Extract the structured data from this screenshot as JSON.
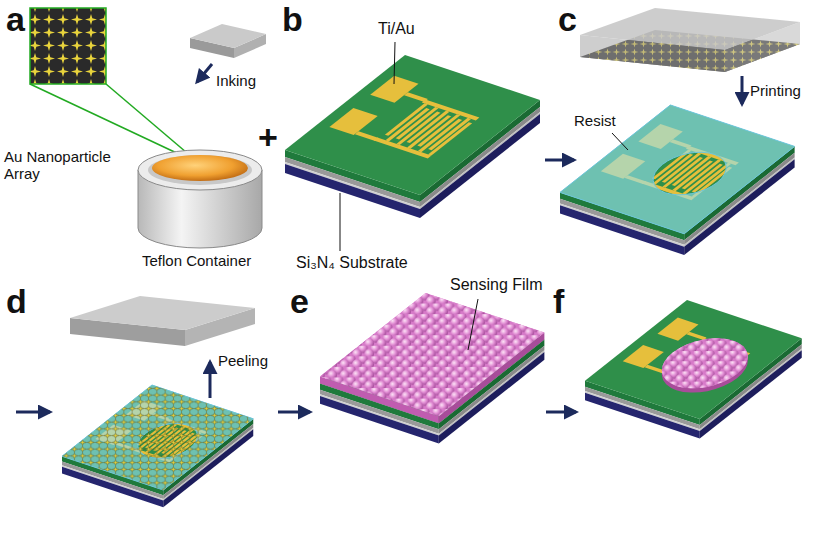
{
  "diagram": {
    "labels": [
      "a",
      "Au Nanoparticle Array",
      "Inking",
      "Teflon Container",
      "b",
      "Ti/Au",
      "Si₃N₄ Substrate",
      "+",
      "c",
      "Resist",
      "Printing",
      "d",
      "Peeling",
      "e",
      "Sensing Film",
      "f"
    ]
  }
}
